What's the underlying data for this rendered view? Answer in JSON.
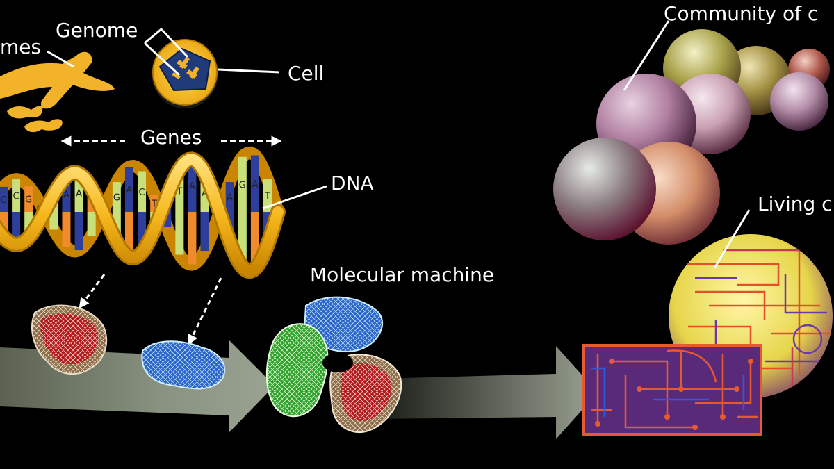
{
  "labels": {
    "chromosomes": "mes",
    "genome": "Genome",
    "cell": "Cell",
    "genes": "Genes",
    "dna": "DNA",
    "molecular_machine": "Molecular machine",
    "community": "Community of c",
    "living": "Living c"
  },
  "dna_bases": [
    "C",
    "C",
    "G",
    "T",
    "A",
    "A",
    "A",
    "T",
    "T",
    "G",
    "A",
    "C",
    "T",
    "T",
    "T",
    "A",
    "A",
    "C",
    "A",
    "G",
    "A",
    "T"
  ],
  "colors": {
    "gold": "#f6b81e",
    "base_blue": "#2d3f9a",
    "base_green": "#c9e07a",
    "base_orange": "#f08a2a",
    "arrow_gray": "#7b8274"
  }
}
